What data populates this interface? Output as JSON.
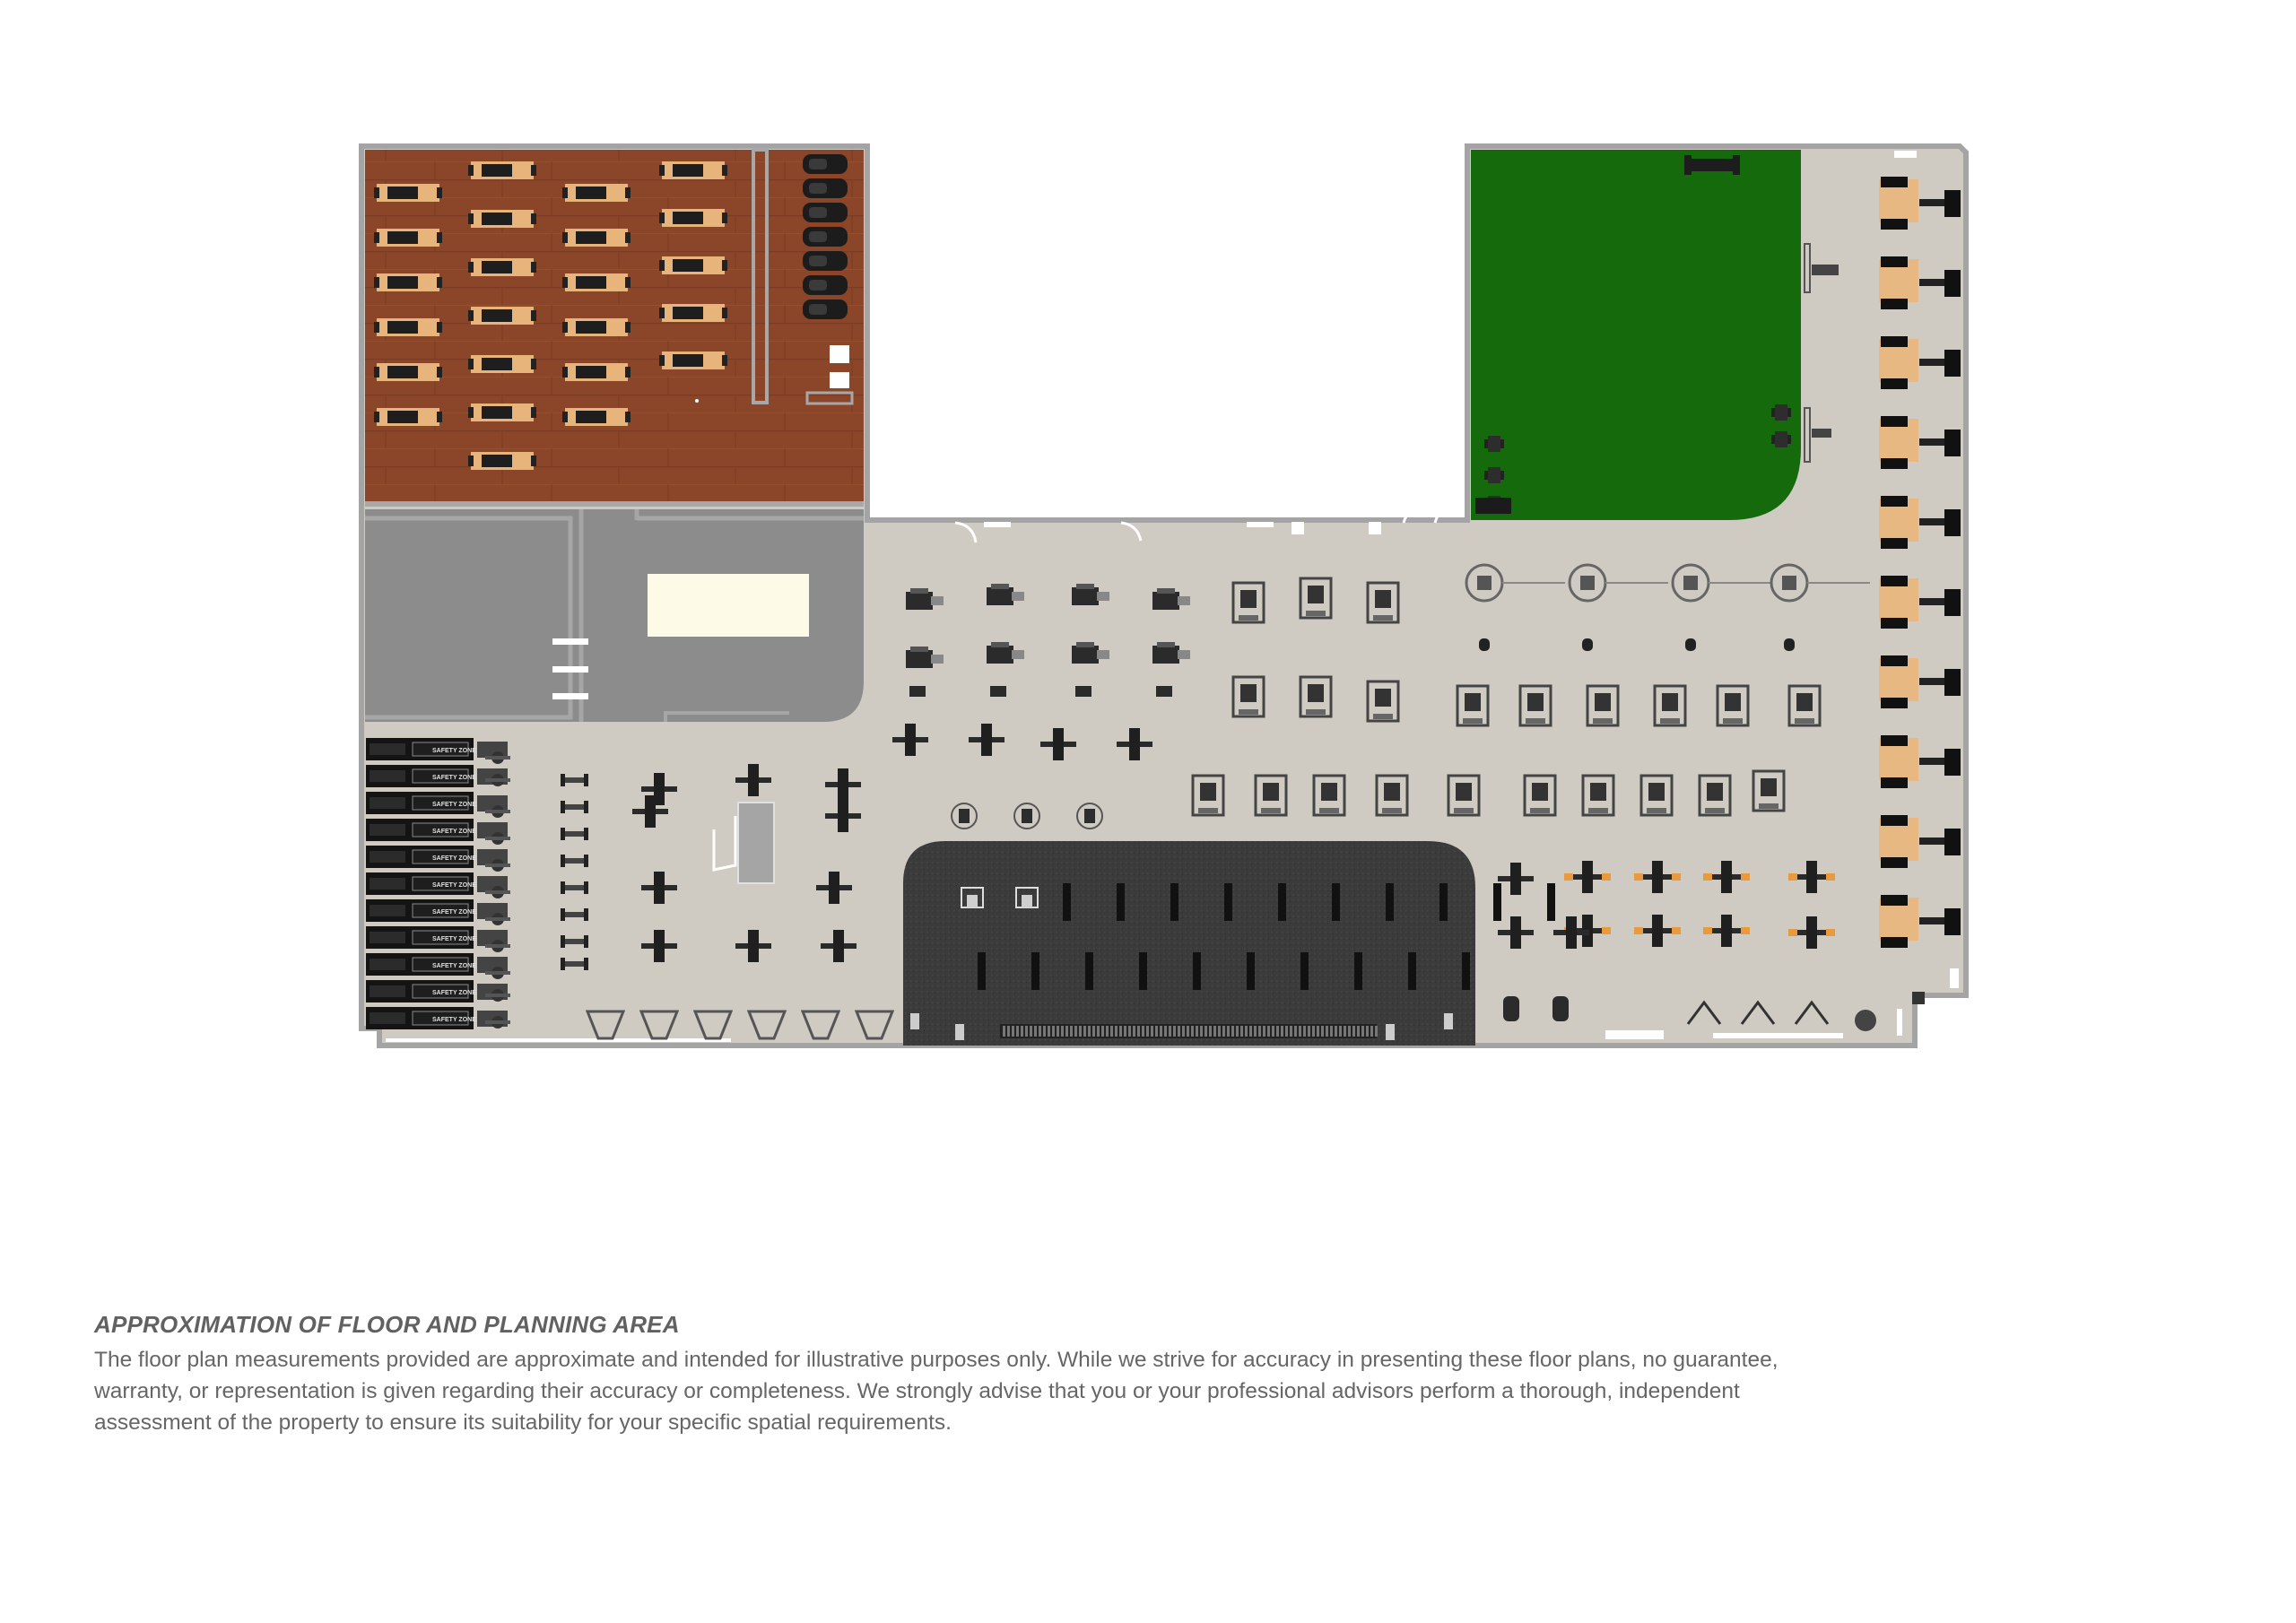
{
  "equipment_labels": {
    "safety_zone": "SAFETY ZONE"
  },
  "disclaimer": {
    "title": "APPROXIMATION OF FLOOR AND PLANNING AREA",
    "body": "The floor plan measurements provided are approximate and intended for illustrative purposes only. While we strive for accuracy in presenting these floor plans, no guarantee, warranty, or representation is given regarding their accuracy or completeness. We strongly advise that you or your professional advisors perform a thorough, independent assessment of the property to ensure its suitability for your specific spatial requirements."
  },
  "colors": {
    "floor": "#d0cbc2",
    "wall": "#a4a4a4",
    "studio_wood": "#8b4528",
    "turf": "#156b0c",
    "grey_zone": "#8c8c8c",
    "rubber_floor": "#3a3a3a",
    "equipment_dark": "#2b2b2b",
    "accent_orange": "#e89a3c",
    "bench_wood": "#e8b882"
  }
}
